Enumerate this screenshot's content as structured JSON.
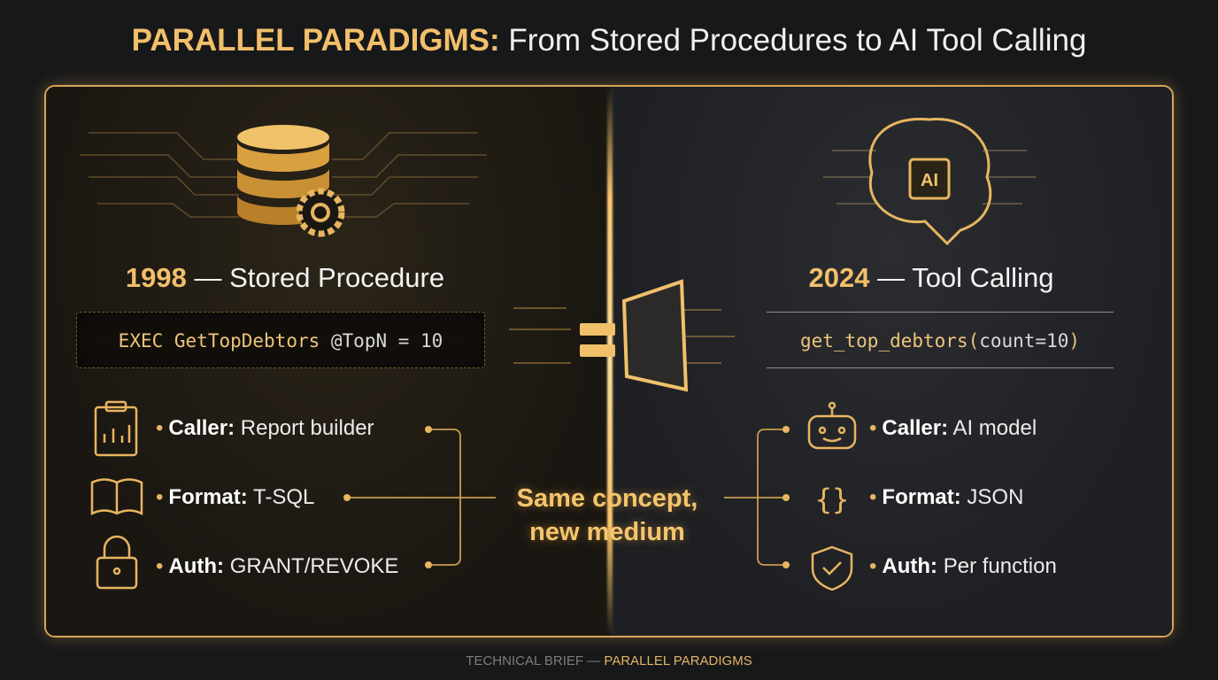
{
  "title": {
    "highlight": "PARALLEL PARADIGMS:",
    "rest": " From Stored Procedures to AI Tool Calling"
  },
  "left": {
    "year": "1998",
    "sep": " — ",
    "heading": "Stored Procedure",
    "code_main": "EXEC GetTopDebtors ",
    "code_param": "@TopN = 10",
    "bullets": [
      {
        "icon": "report-clipboard-icon",
        "label": "Caller:",
        "value": " Report builder"
      },
      {
        "icon": "open-book-code-icon",
        "label": "Format:",
        "value": " T-SQL"
      },
      {
        "icon": "padlock-icon",
        "label": "Auth:",
        "value": " GRANT/REVOKE"
      }
    ]
  },
  "right": {
    "year": "2024",
    "sep": " — ",
    "heading": "Tool Calling",
    "code_main": "get_top_debtors(",
    "code_param": "count=10",
    "code_end": ")",
    "bullets": [
      {
        "icon": "robot-icon",
        "label": "Caller:",
        "value": " AI model"
      },
      {
        "icon": "curly-braces-icon",
        "label": "Format:",
        "value": " JSON"
      },
      {
        "icon": "shield-check-icon",
        "label": "Auth:",
        "value": " Per function"
      }
    ]
  },
  "center": {
    "line1": "Same concept,",
    "line2": "new medium"
  },
  "footer": {
    "prefix": "TECHNICAL BRIEF — ",
    "highlight": "PARALLEL PARADIGMS"
  },
  "colors": {
    "accent": "#e8b560",
    "left_bg": "#1a1712",
    "right_bg": "#1e2023",
    "frame": "#d9a455"
  }
}
